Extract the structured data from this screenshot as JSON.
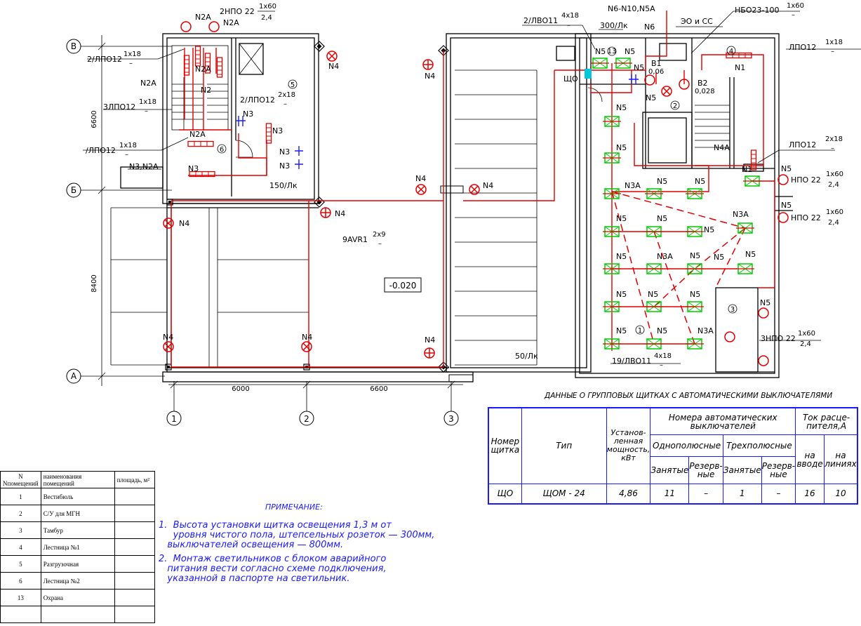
{
  "colors": {
    "wire": "#e00000",
    "lamp": "#00cc00",
    "wall": "#000000",
    "note": "#1a1aff",
    "table": "#1a1aff",
    "switch_blue": "#1a1aff",
    "panel_cyan": "#00c8d8"
  },
  "axes": {
    "row_b": "В",
    "row_6": "Б",
    "row_a": "А",
    "col_1": "1",
    "col_2": "2",
    "col_3": "3"
  },
  "dims": {
    "d_6600_v": "6600",
    "d_8400_v": "8400",
    "d_6000_h": "6000",
    "d_6600_h": "6600"
  },
  "labels": {
    "n2a_top1": "N2A",
    "n2a_top2": "N2A",
    "nno22": "2НПО 22",
    "nno22_f": "1x60",
    "nno22_d": "2,4",
    "lpo12a": "2/ЛПО12",
    "lpo12a_f": "1x18",
    "lpo12a_d": "–",
    "n2a_left": "N2A",
    "n2a_mid": "N2A",
    "n2_mid": "N2",
    "lpo12b": "3ЛПО12",
    "lpo12b_f": "1x18",
    "lpo12b_d": "–",
    "lpo12c": "/ЛПО12",
    "lpo12c_f": "1x18",
    "lpo12c_d": "–",
    "n3n2a": "N3,N2A",
    "n2a_low": "N2A",
    "n3_low": "N3",
    "lpo12d": "2/ЛПО12",
    "lpo12d_f": "2x18",
    "lpo12d_d": "–",
    "n3_a": "N3",
    "n3_b": "N3",
    "n3_c": "N3",
    "n3_d": "N3",
    "lux150": "150/Лк",
    "n4_1": "N4",
    "n4_2": "N4",
    "n4_3": "N4",
    "n4_4": "N4",
    "n4_5": "N4",
    "n4_6": "N4",
    "n4_7": "N4",
    "n4_8": "N4",
    "n4_9": "N4",
    "avr": "9AVR1",
    "avr_f": "2x9",
    "avr_d": "–",
    "level": "-0.020",
    "lux50": "50/Лк",
    "lvo11": "2/ЛВО11",
    "lvo11_f": "4x18",
    "lvo11_d": "–",
    "n6n10": "N6-N10,N5A",
    "lux300": "300/Лк",
    "n6": "N6",
    "eo": "ЭО и СС",
    "nbo": "НБО23-100",
    "nbo_f": "1x60",
    "nbo_d": "–",
    "lpo12r": "ЛПО12",
    "lpo12r_f": "1x18",
    "lpo12r_d": "–",
    "shcho": "ЩО",
    "b1": "В1",
    "b1v": "0,06",
    "b2": "В2",
    "b2v": "0,028",
    "n1_top": "N1",
    "n1_low": "N1",
    "n4a": "N4A",
    "lpo12s": "ЛПО12",
    "lpo12s_f": "2x18",
    "lpo12s_d": "–",
    "npo22a": "НПО 22",
    "npo22a_f": "1x60",
    "npo22a_d": "2,4",
    "npo22b": "НПО 22",
    "npo22b_f": "1x60",
    "npo22b_d": "2,4",
    "znpo22": "3НПО 22",
    "znpo22_f": "1x60",
    "znpo22_d": "2,4",
    "lvo19": "19/ЛВО11",
    "lvo19_f": "4x18",
    "lvo19_d": "–",
    "n5a": "N5",
    "n5b": "N5",
    "n5c": "N5",
    "n5d": "N5",
    "n5e": "N5",
    "n5f": "N5",
    "n5g": "N5",
    "n5h": "N5",
    "n5i": "N5",
    "n5j": "N5",
    "n5k": "N5",
    "n5l": "N5",
    "n5m": "N5",
    "n5n": "N5",
    "n5o": "N5",
    "n5p": "N5",
    "n5q": "N5",
    "n5r": "N5",
    "n5s": "N5",
    "n5t": "N5",
    "n5u": "N5",
    "n5v": "N5",
    "n5w": "N5",
    "n3a1": "N3A",
    "n3a2": "N3A",
    "n3a3": "N3A",
    "n3a4": "N3A",
    "room1": "1",
    "room2": "2",
    "room3": "3",
    "room4": "4",
    "room5": "5",
    "room6": "6",
    "room13": "13"
  },
  "panel_table": {
    "caption": "ДАННЫЕ О ГРУППОВЫХ ЩИТКАХ С АВТОМАТИЧЕСКИМИ ВЫКЛЮЧАТЕЛЯМИ",
    "h_num": "Номер щитка",
    "h_type": "Тип",
    "h_power": "Установ-ленная мощность, кВт",
    "h_breakers": "Номера автоматических выключателей",
    "h_single": "Однополюсные",
    "h_three": "Трехполюсные",
    "h_current": "Ток расце-пителя,А",
    "h_busy1": "Занятые",
    "h_res1": "Резерв-ные",
    "h_busy3": "Занятые",
    "h_res3": "Резерв-ные",
    "h_input": "на вводе",
    "h_lines": "на линиях",
    "row": {
      "num": "ЩО",
      "type": "ЩОМ - 24",
      "power": "4,86",
      "busy1": "11",
      "res1": "–",
      "busy3": "1",
      "res3": "–",
      "input": "16",
      "lines": "10"
    }
  },
  "rooms_table": {
    "h_num": "N Nпомещений",
    "h_name": "наименования помещений",
    "h_area": "площадь, м²",
    "rows": [
      {
        "num": "1",
        "name": "Вестибюль",
        "area": ""
      },
      {
        "num": "2",
        "name": "С/У для МГН",
        "area": ""
      },
      {
        "num": "3",
        "name": "Тамбур",
        "area": ""
      },
      {
        "num": "4",
        "name": "Лестница №1",
        "area": ""
      },
      {
        "num": "5",
        "name": "Разгрузочная",
        "area": ""
      },
      {
        "num": "6",
        "name": "Лестница №2",
        "area": ""
      },
      {
        "num": "13",
        "name": "Охрана",
        "area": ""
      },
      {
        "num": "",
        "name": "",
        "area": ""
      }
    ]
  },
  "notes": {
    "title": "ПРИМЕЧАНИЕ:",
    "n1": "1.  Высота установки щитка освещения 1,3 м от\n     уровня чистого пола, штепсельных розеток — 300мм,\n   выключателей освещения — 800мм.",
    "n2": "2.  Монтаж светильников с блоком аварийного\n   питания вести согласно схеме подключения,\n   указанной в паспорте на светильник."
  }
}
